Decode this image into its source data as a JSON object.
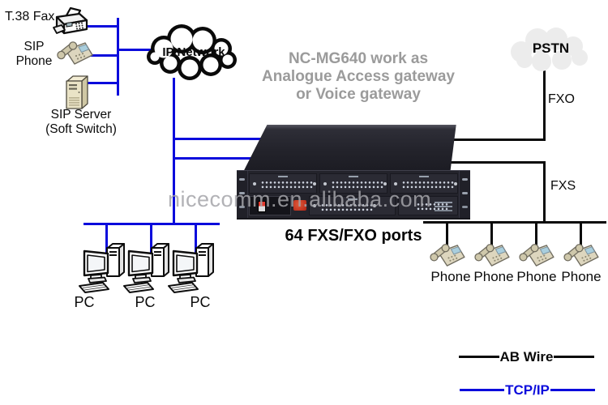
{
  "title": {
    "line1": "NC-MG640 work as",
    "line2": "Analogue Access gateway",
    "line3": "or Voice gateway"
  },
  "watermark": "nicecomm.en.alibaba.com",
  "device_caption": "64 FXS/FXO ports",
  "clouds": {
    "ip_network": "IP Network",
    "pstn": "PSTN"
  },
  "nodes": {
    "fax_label": "T.38 Fax",
    "sip_phone": {
      "line1": "SIP",
      "line2": "Phone"
    },
    "sip_server": {
      "line1": "SIP Server",
      "line2": "(Soft Switch)"
    },
    "pcs": [
      "PC",
      "PC",
      "PC"
    ],
    "phones": [
      "Phone",
      "Phone",
      "Phone",
      "Phone"
    ]
  },
  "port_labels": {
    "fxo": "FXO",
    "fxs": "FXS"
  },
  "legend": {
    "ab_wire": "AB Wire",
    "tcp_ip": "TCP/IP"
  },
  "colors": {
    "tcp_ip_blue": "#0b0bdc",
    "ab_wire_black": "#0a0a0a",
    "title_gray": "#9b9b9b",
    "watermark_gray": "#a5a5aa",
    "pstn_cloud_fill": "#ececec",
    "device_body": "#23232b"
  }
}
